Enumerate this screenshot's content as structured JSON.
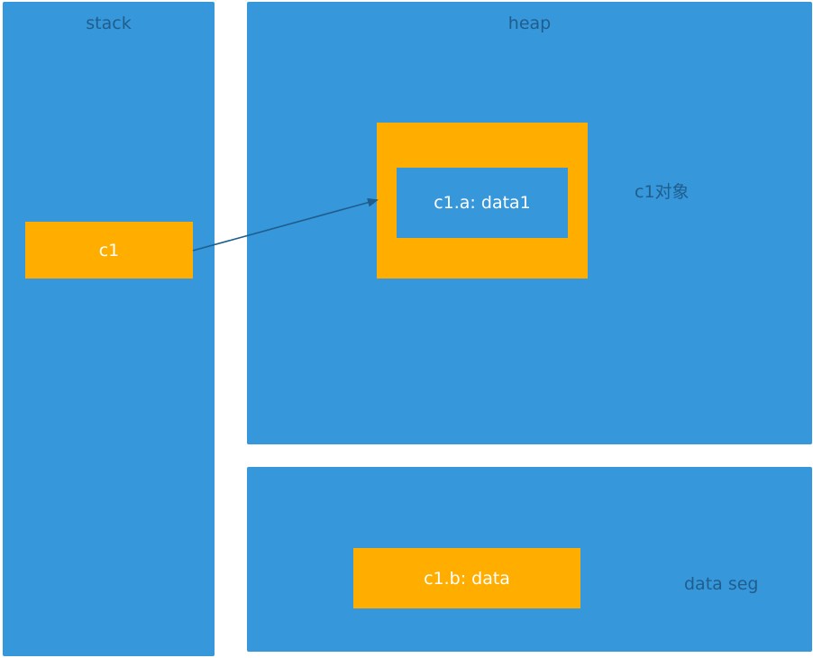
{
  "stack": {
    "title": "stack",
    "variable_label": "c1"
  },
  "heap": {
    "title": "heap",
    "field_label": "c1.a:  data1",
    "object_label": "c1对象"
  },
  "data_segment": {
    "title": "data seg",
    "field_label": "c1.b: data"
  },
  "colors": {
    "region": "#3797db",
    "box": "#ffae00",
    "title_text": "#1f5e8c",
    "box_text": "#ffffff",
    "arrow": "#1f5e8c"
  }
}
